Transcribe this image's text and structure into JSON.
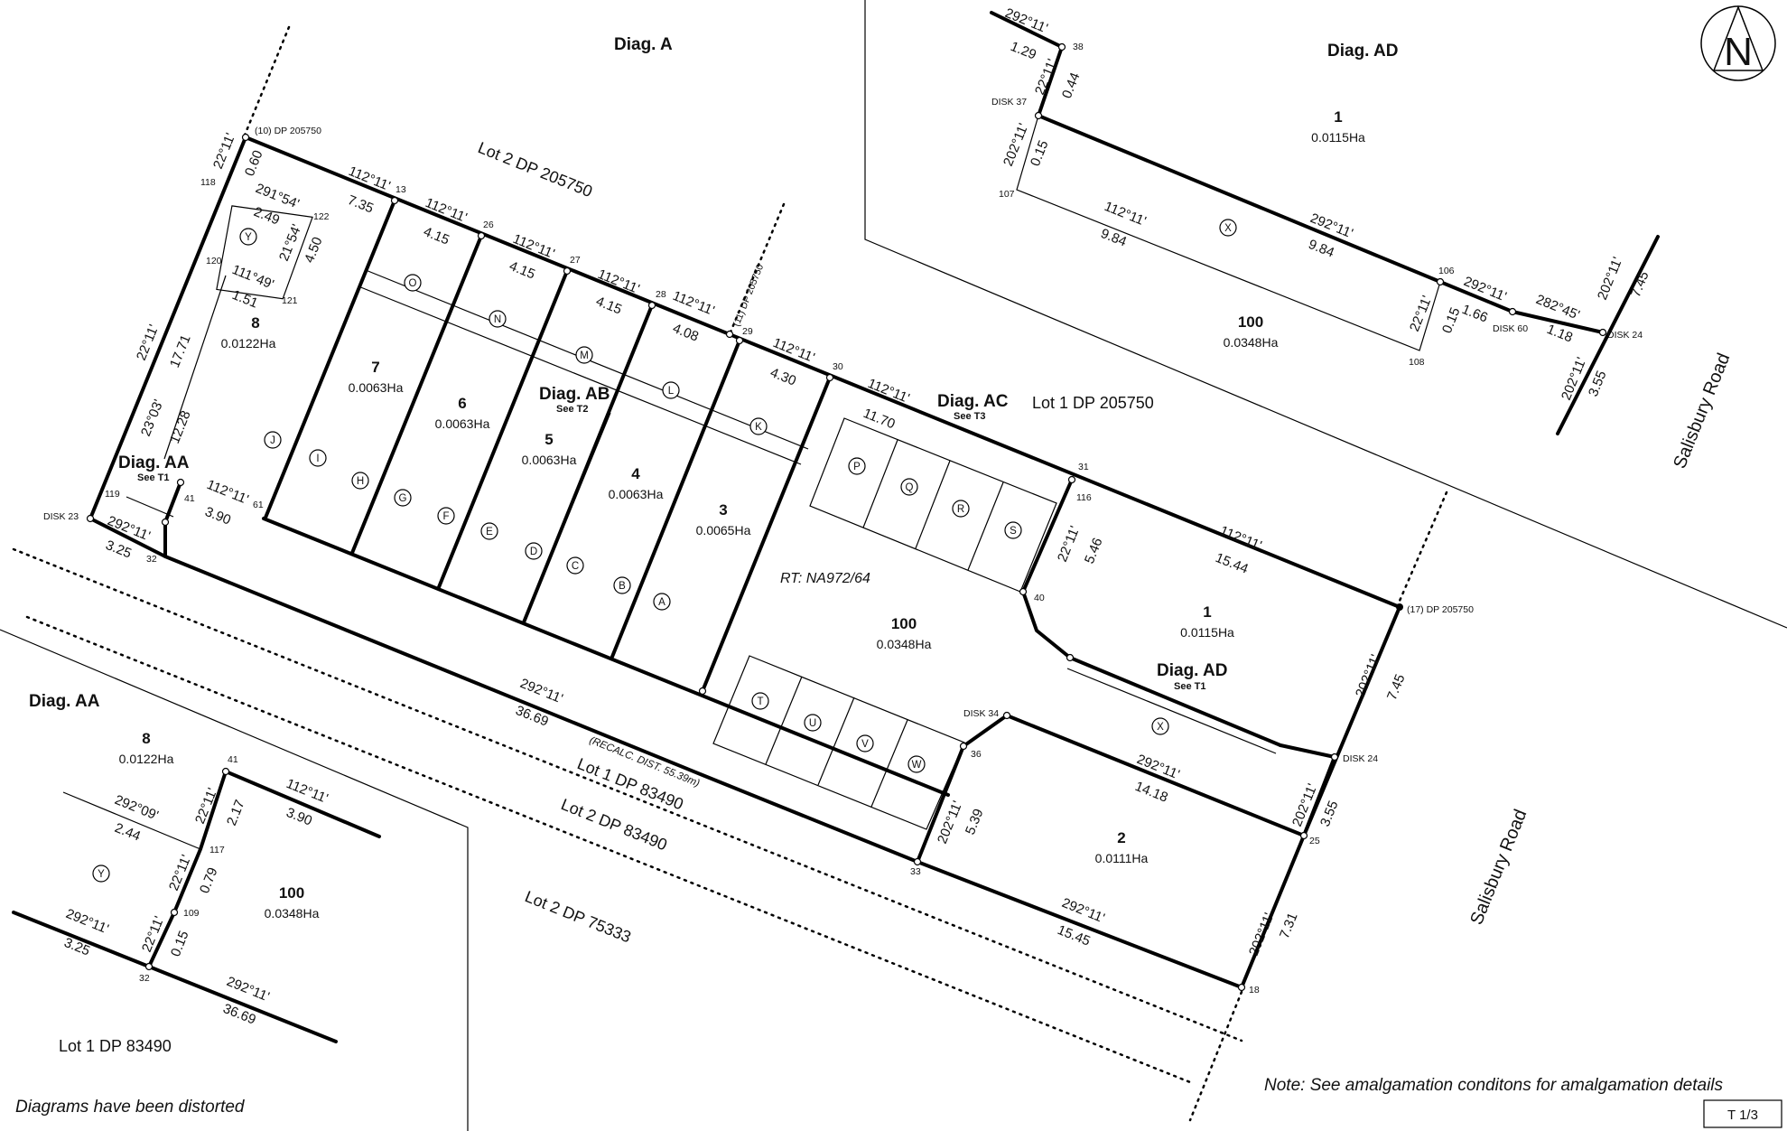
{
  "headings": {
    "diag_a": "Diag. A",
    "diag_ad_top": "Diag. AD",
    "diag_aa_inset": "Diag. AA",
    "diag_aa_callout": "Diag. AA",
    "diag_aa_callout_see": "See T1",
    "diag_ab": "Diag. AB",
    "diag_ab_see": "See T2",
    "diag_ac": "Diag. AC",
    "diag_ac_see": "See T3",
    "diag_ad_callout": "Diag. AD",
    "diag_ad_callout_see": "See T1"
  },
  "parcels": {
    "lot2_dp205750": "Lot 2 DP 205750",
    "lot1_dp205750": "Lot 1 DP 205750",
    "lot1_dp83490": "Lot 1 DP 83490",
    "lot2_dp83490": "Lot 2 DP 83490",
    "lot2_dp75333": "Lot 2 DP 75333",
    "lot1_dp83490_inset": "Lot 1 DP 83490",
    "recalc": "(RECALC. DIST. 55.39m)",
    "rt": "RT: NA972/64"
  },
  "lots": {
    "l8": {
      "num": "8",
      "area": "0.0122Ha"
    },
    "l7": {
      "num": "7",
      "area": "0.0063Ha"
    },
    "l6": {
      "num": "6",
      "area": "0.0063Ha"
    },
    "l5": {
      "num": "5",
      "area": "0.0063Ha"
    },
    "l4": {
      "num": "4",
      "area": "0.0063Ha"
    },
    "l3": {
      "num": "3",
      "area": "0.0065Ha"
    },
    "l100": {
      "num": "100",
      "area": "0.0348Ha"
    },
    "l1": {
      "num": "1",
      "area": "0.0115Ha"
    },
    "l2": {
      "num": "2",
      "area": "0.0111Ha"
    },
    "ad_l1": {
      "num": "1",
      "area": "0.0115Ha"
    },
    "ad_l100": {
      "num": "100",
      "area": "0.0348Ha"
    },
    "aa_l8": {
      "num": "8",
      "area": "0.0122Ha"
    },
    "aa_l100": {
      "num": "100",
      "area": "0.0348Ha"
    }
  },
  "points": {
    "p10": "(10) DP 205750",
    "p11": "(11) DP 205750",
    "p17": "(17) DP 205750",
    "p118": "118",
    "p13": "13",
    "p26": "26",
    "p27": "27",
    "p28": "28",
    "p29": "29",
    "p30": "30",
    "p31": "31",
    "p116": "116",
    "p40": "40",
    "p122": "122",
    "p120": "120",
    "p121": "121",
    "p119": "119",
    "p41": "41",
    "p61": "61",
    "p32": "32",
    "disk23": "DISK 23",
    "disk34": "DISK 34",
    "p36": "36",
    "p33": "33",
    "disk24": "DISK 24",
    "p25": "25",
    "p18": "18",
    "ad38": "38",
    "ad_disk37": "DISK 37",
    "ad107": "107",
    "ad106": "106",
    "ad108": "108",
    "ad_disk60": "DISK 60",
    "ad_disk24": "DISK 24",
    "aa41": "41",
    "aa117": "117",
    "aa109": "109",
    "aa32": "32"
  },
  "dims": {
    "d1": "112°11'",
    "d2": "7.35",
    "d3": "112°11'",
    "d4": "4.15",
    "d5": "112°11'",
    "d6": "4.15",
    "d7": "112°11'",
    "d8": "4.15",
    "d9": "112°11'",
    "d10": "4.08",
    "d11": "112°11'",
    "d12": "4.30",
    "d13": "112°11'",
    "d14": "11.70",
    "d15": "112°11'",
    "d16": "15.44",
    "d17": "22°11'",
    "d18": "0.60",
    "d19": "22°11'",
    "d20": "17.71",
    "d21": "23°03'",
    "d22": "12.28",
    "d23": "291°54'",
    "d24": "2.49",
    "d25": "21°54'",
    "d26": "4.50",
    "d27": "111°49'",
    "d28": "1.51",
    "d29": "112°11'",
    "d30": "3.90",
    "d31": "292°11'",
    "d32": "3.25",
    "d33": "292°11'",
    "d34": "36.69",
    "d35": "22°11'",
    "d36": "5.46",
    "d37": "292°11'",
    "d38": "14.18",
    "d39": "202°11'",
    "d40": "5.39",
    "d41": "202°11'",
    "d42": "7.45",
    "d43": "202°11'",
    "d44": "3.55",
    "d45": "202°11'",
    "d46": "7.31",
    "d47": "292°11'",
    "d48": "15.45"
  },
  "ad_dims": {
    "a1": "292°11'",
    "a2": "1.29",
    "a3": "22°11'",
    "a4": "0.44",
    "a5": "202°11'",
    "a6": "0.15",
    "a7": "112°11'",
    "a8": "9.84",
    "a9": "292°11'",
    "a10": "9.84",
    "a11": "22°11'",
    "a12": "0.15",
    "a13": "292°11'",
    "a14": "1.66",
    "a15": "282°45'",
    "a16": "1.18",
    "a17": "202°11'",
    "a18": "7.45",
    "a19": "202°11'",
    "a20": "3.55"
  },
  "aa_dims": {
    "b1": "22°11'",
    "b2": "2.17",
    "b3": "112°11'",
    "b4": "3.90",
    "b5": "292°09'",
    "b6": "2.44",
    "b7": "22°11'",
    "b8": "0.79",
    "b9": "22°11'",
    "b10": "0.15",
    "b11": "292°11'",
    "b12": "3.25",
    "b13": "292°11'",
    "b14": "36.69"
  },
  "easements": {
    "O": "O",
    "N": "N",
    "M": "M",
    "L": "L",
    "K": "K",
    "J": "J",
    "I": "I",
    "H": "H",
    "G": "G",
    "F": "F",
    "E": "E",
    "D": "D",
    "C": "C",
    "B": "B",
    "A": "A",
    "P": "P",
    "Q": "Q",
    "R": "R",
    "S": "S",
    "T": "T",
    "U": "U",
    "V": "V",
    "W": "W",
    "X": "X",
    "Y": "Y",
    "X_ad": "X",
    "Y_aa": "Y"
  },
  "roads": {
    "salisbury_top": "Salisbury Road",
    "salisbury_bottom": "Salisbury Road"
  },
  "north": "N",
  "notes": {
    "amalgamation": "Note: See amalgamation conditons for amalgamation details",
    "distorted": "Diagrams have been distorted"
  },
  "sheet": "T 1/3"
}
